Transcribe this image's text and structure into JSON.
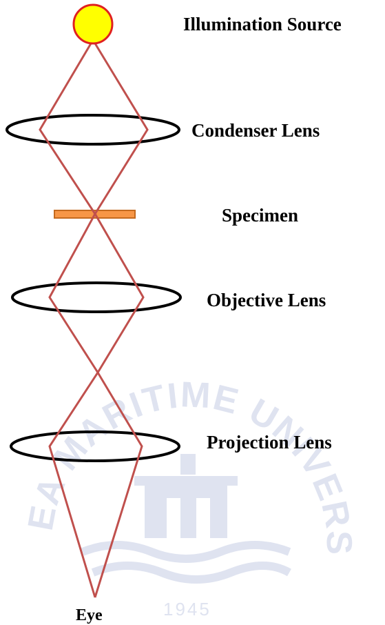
{
  "labels": {
    "illumination_source": "Illumination Source",
    "condenser_lens": "Condenser Lens",
    "specimen": "Specimen",
    "objective_lens": "Objective Lens",
    "projection_lens": "Projection Lens",
    "eye": "Eye"
  },
  "watermark": {
    "text": "KOREA MARITIME UNIVERSITY",
    "year": "1945"
  },
  "colors": {
    "ray": "#c0504d",
    "lens": "#000000",
    "source_fill": "#ffff00",
    "source_stroke": "#e02020",
    "specimen_fill": "#f79646",
    "specimen_stroke": "#c46a1f",
    "watermark": "#c5cde4"
  }
}
